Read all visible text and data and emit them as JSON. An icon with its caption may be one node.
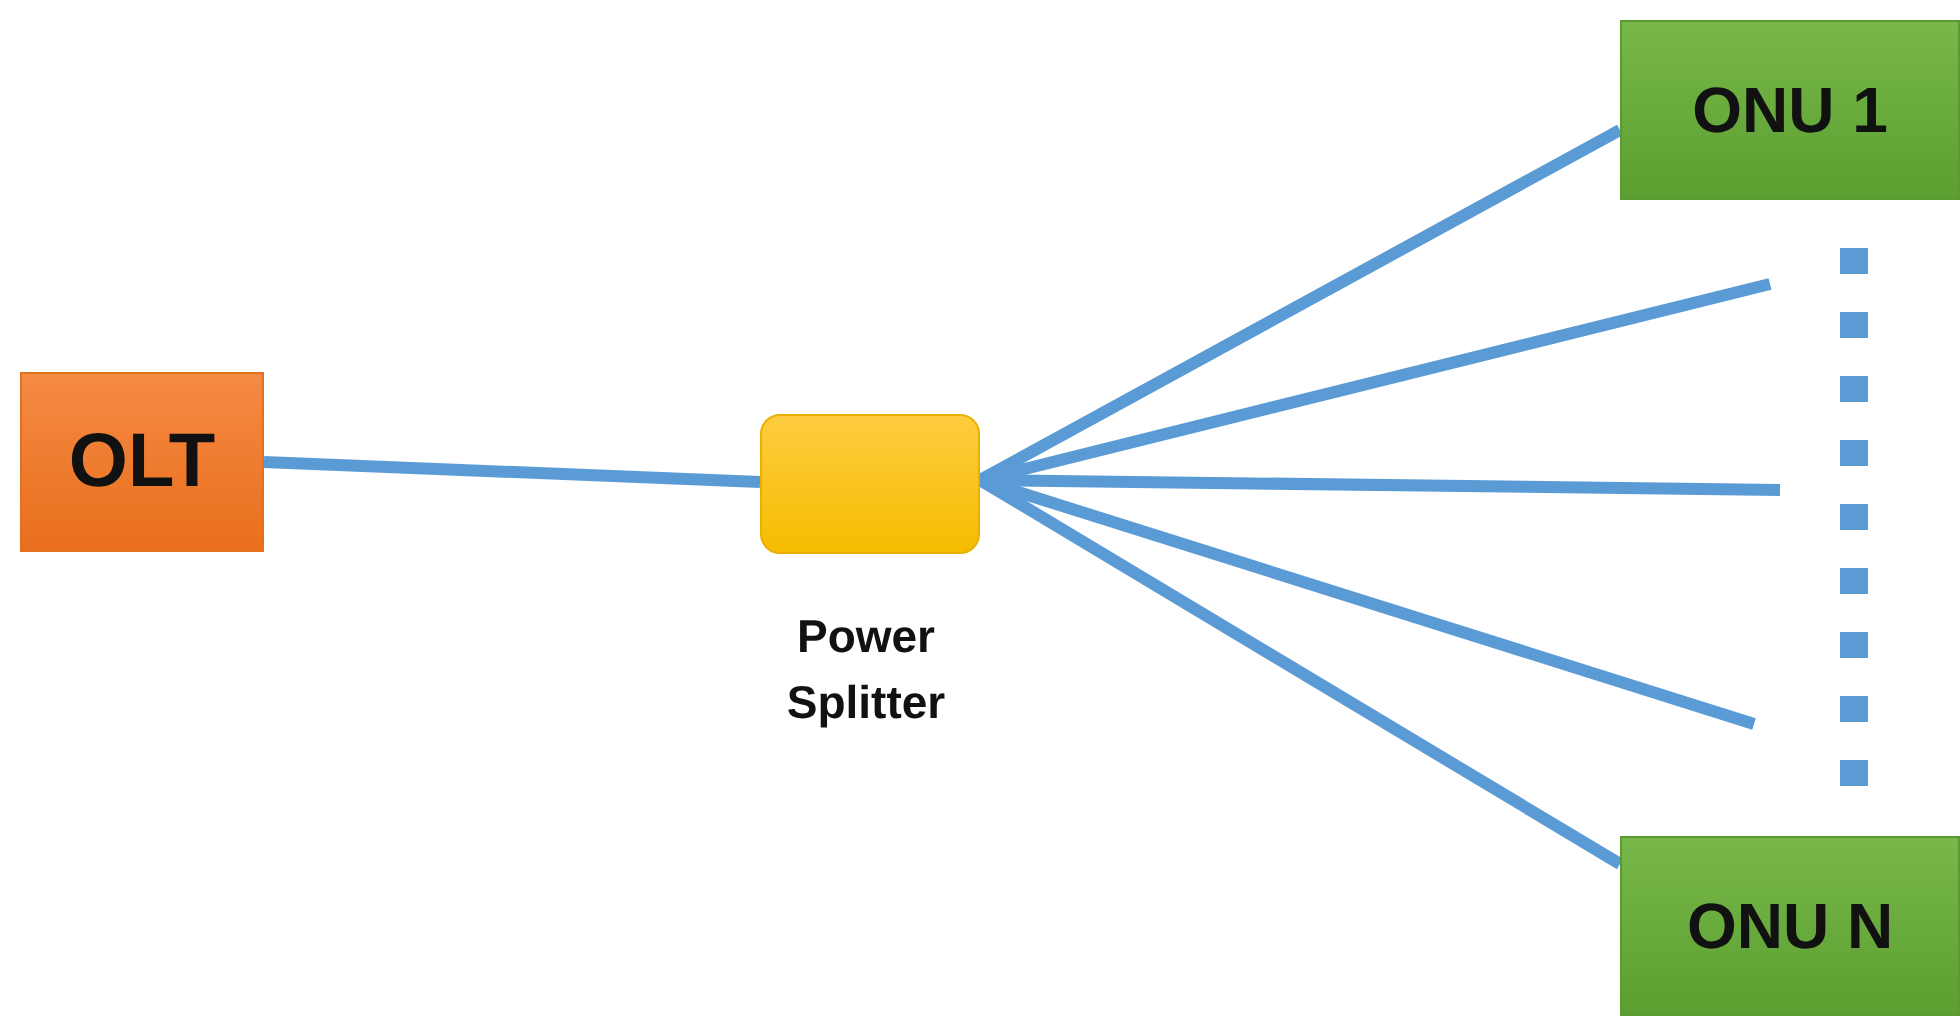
{
  "diagram": {
    "nodes": [
      {
        "text": [
          "OLT"
        ]
      },
      {
        "text": [],
        "shape": "box",
        "beside": [
          "Power Splitter"
        ]
      },
      {
        "text": [
          "ONU 1"
        ]
      },
      {
        "text": [
          "ONU N"
        ]
      }
    ],
    "edges": [
      {
        "from": 0,
        "to": 1,
        "arrow": "none"
      },
      {
        "from": 1,
        "to": 2,
        "arrow": "none"
      },
      {
        "from": 1,
        "to": null,
        "arrow": "none"
      },
      {
        "from": 1,
        "to": null,
        "arrow": "none"
      },
      {
        "from": 1,
        "to": null,
        "arrow": "none"
      },
      {
        "from": 1,
        "to": 3,
        "arrow": "none"
      }
    ]
  }
}
